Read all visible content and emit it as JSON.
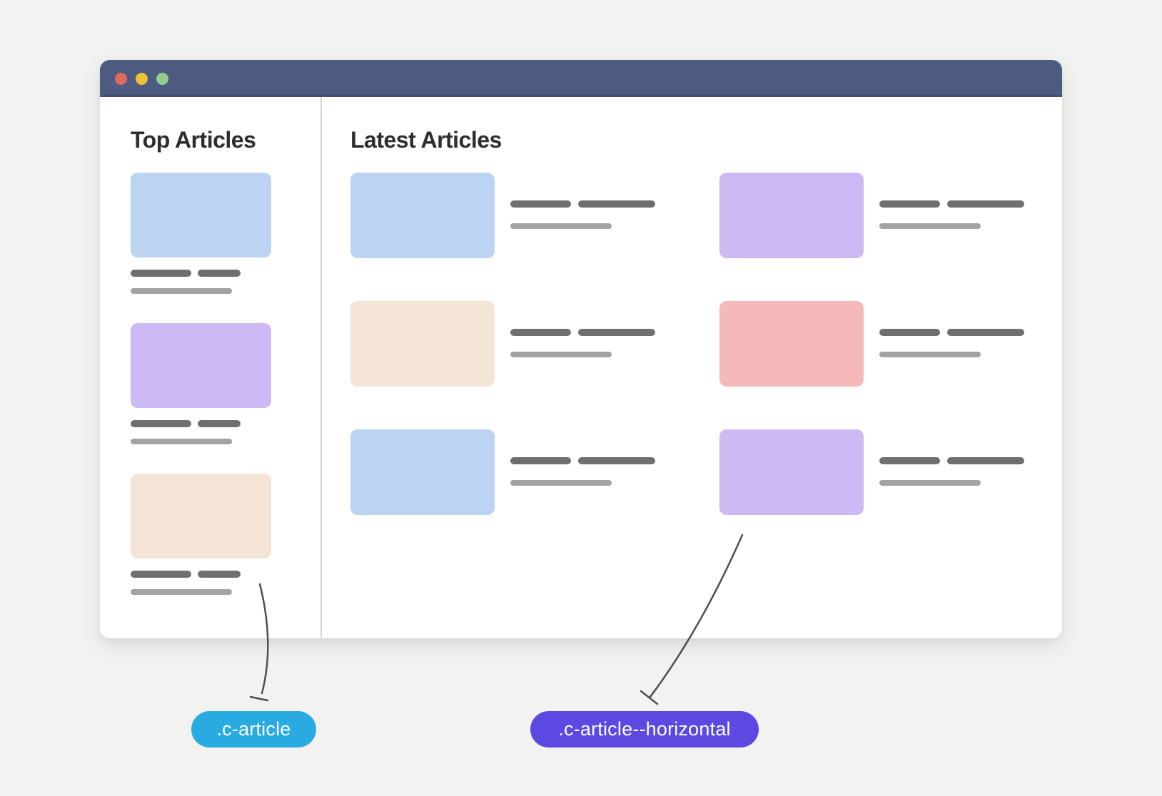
{
  "illustration": {
    "browser_window": {
      "titlebar": {
        "background": "#4d5b80",
        "dots": [
          {
            "name": "close",
            "color": "#e0695f"
          },
          {
            "name": "minimize",
            "color": "#eac336"
          },
          {
            "name": "maximize",
            "color": "#95cb91"
          }
        ]
      },
      "sidebar": {
        "title": "Top Articles",
        "articles": [
          {
            "thumb_color": "#bcd3f1"
          },
          {
            "thumb_color": "#cdb9f3"
          },
          {
            "thumb_color": "#f3e4d6"
          }
        ]
      },
      "main": {
        "title": "Latest Articles",
        "articles": [
          {
            "row": 1,
            "col": 1,
            "thumb_color": "#bcd3f1"
          },
          {
            "row": 1,
            "col": 2,
            "thumb_color": "#cdb9f3"
          },
          {
            "row": 2,
            "col": 1,
            "thumb_color": "#f3e4d6"
          },
          {
            "row": 2,
            "col": 2,
            "thumb_color": "#f5b9bb"
          },
          {
            "row": 3,
            "col": 1,
            "thumb_color": "#bcd3f1"
          },
          {
            "row": 3,
            "col": 2,
            "thumb_color": "#cdb9f3"
          }
        ]
      }
    },
    "annotations": [
      {
        "label": ".c-article",
        "pill_color": "#29abe2",
        "text_color": "#ffffff"
      },
      {
        "label": ".c-article--horizontal",
        "pill_color": "#5b49e1",
        "text_color": "#ffffff"
      }
    ],
    "colors": {
      "page_background": "#f2f2f0",
      "divider": "#d6d6d6",
      "placeholder_dark_line": "#6f6f6f",
      "placeholder_light_line": "#a3a3a3",
      "arrow": "#4f4f4f",
      "heading_text": "#2d2d2d"
    }
  }
}
